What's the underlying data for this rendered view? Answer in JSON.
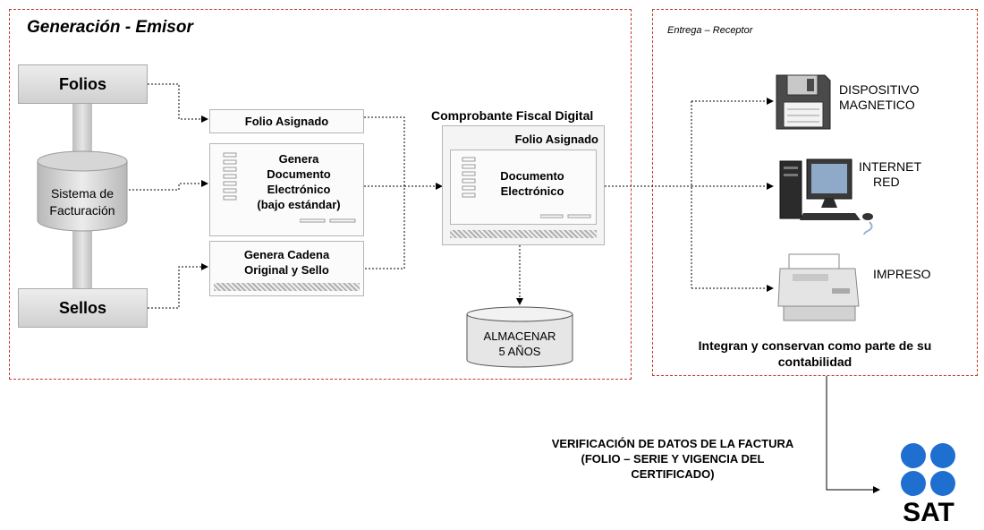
{
  "regions": {
    "emisor_title": "Generación - Emisor",
    "receptor_title": "Entrega – Receptor"
  },
  "sources": {
    "folios": "Folios",
    "sellos": "Sellos",
    "sistema_line1": "Sistema de",
    "sistema_line2": "Facturación"
  },
  "process": {
    "folio_asignado": "Folio Asignado",
    "genera_documento": [
      "Genera",
      "Documento",
      "Electrónico",
      "(bajo estándar)"
    ],
    "genera_cadena": [
      "Genera Cadena",
      "Original y Sello"
    ]
  },
  "comprobante": {
    "title": "Comprobante Fiscal Digital",
    "folio": "Folio Asignado",
    "documento": [
      "Documento",
      "Electrónico"
    ]
  },
  "almacenar": [
    "ALMACENAR",
    "5 AÑOS"
  ],
  "outputs": {
    "dispositivo": [
      "DISPOSITIVO",
      "MAGNETICO"
    ],
    "internet": [
      "INTERNET",
      "RED"
    ],
    "impreso": "IMPRESO"
  },
  "receptor_note": [
    "Integran y conservan como parte de su",
    "contabilidad"
  ],
  "verificacion": [
    "VERIFICACIÓN DE  DATOS DE LA  FACTURA",
    "(FOLIO – SERIE Y VIGENCIA DEL",
    "CERTIFICADO)"
  ],
  "logo": {
    "text": "SAT",
    "color": "#1f6fd1"
  }
}
